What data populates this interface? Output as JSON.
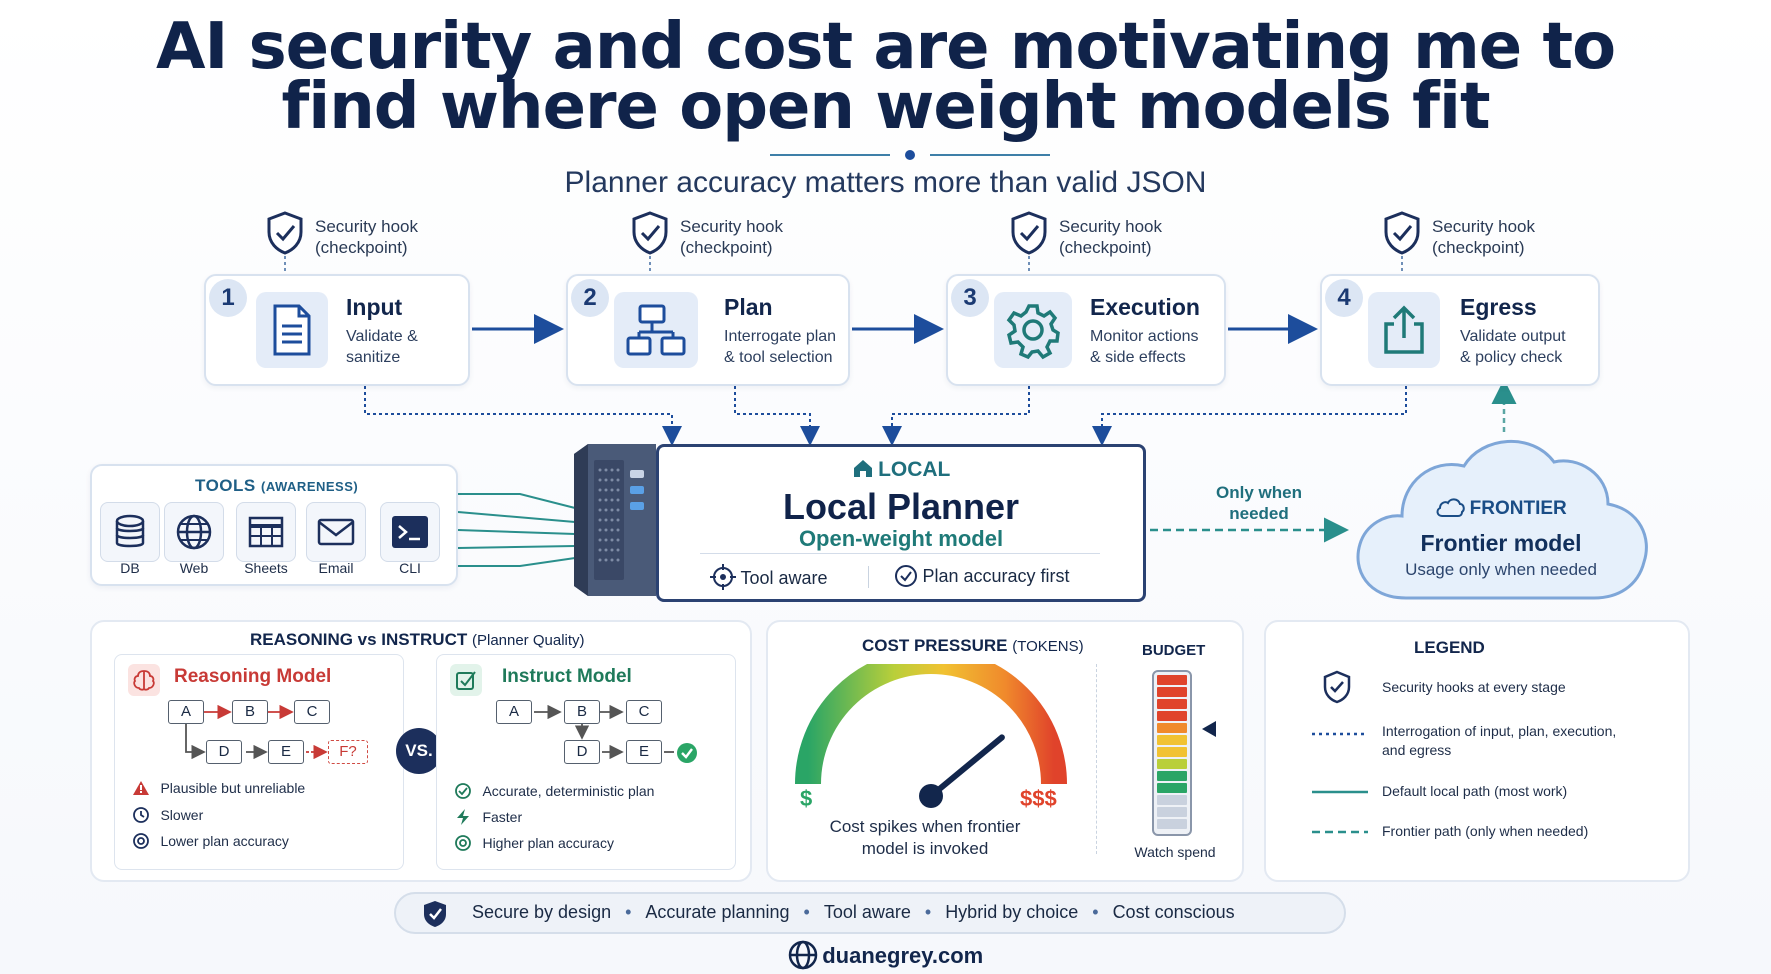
{
  "title": {
    "line1": "AI security and cost are motivating me to",
    "line2": "find where open weight models fit"
  },
  "subtitle": "Planner accuracy matters more than valid JSON",
  "hook": {
    "line1": "Security hook",
    "line2": "(checkpoint)"
  },
  "stages": [
    {
      "num": "1",
      "name": "Input",
      "desc1": "Validate &",
      "desc2": "sanitize",
      "icon": "document-icon"
    },
    {
      "num": "2",
      "name": "Plan",
      "desc1": "Interrogate plan",
      "desc2": "& tool selection",
      "icon": "flowchart-icon"
    },
    {
      "num": "3",
      "name": "Execution",
      "desc1": "Monitor actions",
      "desc2": "& side effects",
      "icon": "gear-icon"
    },
    {
      "num": "4",
      "name": "Egress",
      "desc1": "Validate output",
      "desc2": "& policy check",
      "icon": "upload-icon"
    }
  ],
  "tools": {
    "title": "TOOLS",
    "title_small": "(AWARENESS)",
    "items": [
      {
        "label": "DB",
        "icon": "database-icon"
      },
      {
        "label": "Web",
        "icon": "globe-icon"
      },
      {
        "label": "Sheets",
        "icon": "spreadsheet-icon"
      },
      {
        "label": "Email",
        "icon": "email-icon"
      },
      {
        "label": "CLI",
        "icon": "terminal-icon"
      }
    ]
  },
  "planner": {
    "local_label": "LOCAL",
    "title": "Local Planner",
    "subtitle": "Open-weight model",
    "feature1": "Tool aware",
    "feature2": "Plan accuracy first"
  },
  "only_when": {
    "line1": "Only when",
    "line2": "needed"
  },
  "frontier": {
    "label": "FRONTIER",
    "title": "Frontier model",
    "subtitle": "Usage only when needed"
  },
  "reasoning_panel": {
    "title": "REASONING vs INSTRUCT",
    "title_small": "(Planner Quality)",
    "vs": "VS.",
    "reasoning": {
      "title": "Reasoning Model",
      "nodes": [
        "A",
        "B",
        "C",
        "D",
        "E",
        "F?"
      ],
      "traits": [
        "Plausible but unreliable",
        "Slower",
        "Lower plan accuracy"
      ]
    },
    "instruct": {
      "title": "Instruct Model",
      "nodes": [
        "A",
        "B",
        "C",
        "D",
        "E"
      ],
      "traits": [
        "Accurate, deterministic plan",
        "Faster",
        "Higher plan accuracy"
      ]
    }
  },
  "cost_panel": {
    "title": "COST PRESSURE",
    "title_small": "(TOKENS)",
    "low_label": "$",
    "high_label": "$$$",
    "caption1": "Cost spikes when frontier",
    "caption2": "model is invoked",
    "budget_label": "BUDGET",
    "watch_label": "Watch spend",
    "gauge_level": 0.78,
    "budget_level": 0.6
  },
  "legend": {
    "title": "LEGEND",
    "items": [
      {
        "text": "Security hooks at every stage"
      },
      {
        "text": "Interrogation of input, plan, execution, and egress"
      },
      {
        "text": "Default local path (most work)"
      },
      {
        "text": "Frontier path (only when needed)"
      }
    ]
  },
  "pills": [
    "Secure by design",
    "Accurate planning",
    "Tool aware",
    "Hybrid by choice",
    "Cost conscious"
  ],
  "footer": "duanegrey.com",
  "colors": {
    "navy": "#12264c",
    "teal": "#1f7a78",
    "blue_arrow": "#1d4d9c",
    "reasoning_red": "#c83a36",
    "instruct_green": "#1f7a5a"
  }
}
